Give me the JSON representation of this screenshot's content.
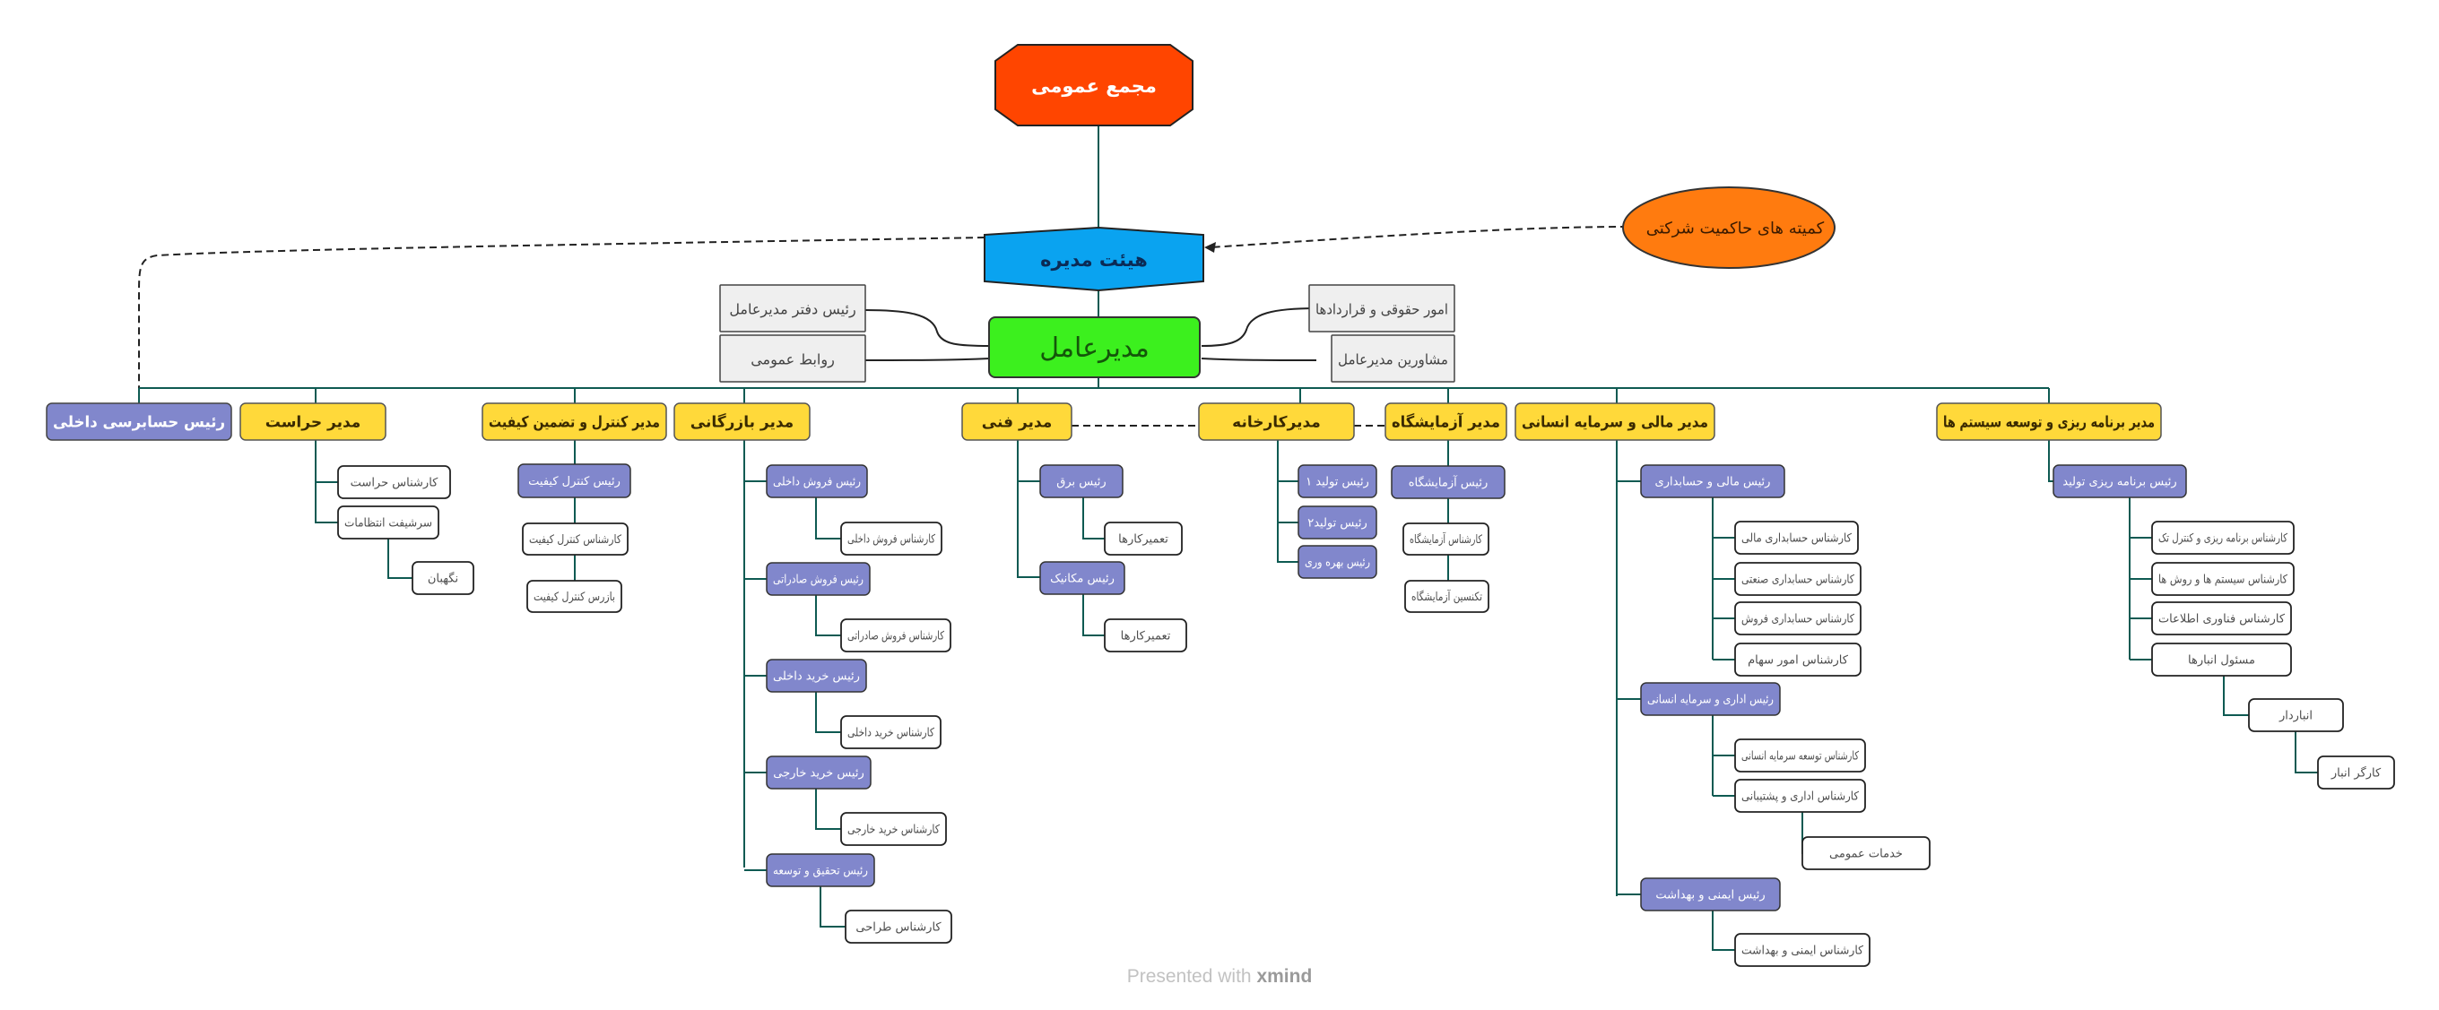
{
  "root": {
    "label": "مجمع عمومی"
  },
  "board": {
    "label": "هیئت مدیره"
  },
  "committee": {
    "label": "کمیته های حاکمیت شرکتی"
  },
  "ceo": {
    "label": "مدیرعامل"
  },
  "ceo_side": {
    "office_head": "رئیس دفتر مدیرعامل",
    "public_relations": "روابط عمومی",
    "legal_affairs": "امور حقوقی و قراردادها",
    "advisors": "مشاورین مدیرعامل"
  },
  "audit": {
    "label": "رئیس حسابرسی داخلی"
  },
  "managers": {
    "security": "مدیر حراست",
    "quality": "مدیر کنترل و تضمین کیفیت",
    "commerce": "مدیر بازرگانی",
    "technical": "مدیر فنی",
    "factory": "مدیرکارخانه",
    "lab": "مدیر آزمایشگاه",
    "finance_hr": "مدیر مالی و سرمایه انسانی",
    "planning": "مدیر برنامه ریزی و توسعه سیستم ها"
  },
  "security": {
    "items": [
      "کارشناس حراست",
      "سرشیفت انتظامات",
      "نگهبان"
    ]
  },
  "quality": {
    "head": "رئیس کنترل کیفیت",
    "items": [
      "کارشناس کنترل کیفیت",
      "بازرس کنترل کیفیت"
    ]
  },
  "commerce": {
    "groups": [
      {
        "head": "رئیس فروش داخلی",
        "item": "کارشناس فروش داخلی"
      },
      {
        "head": "رئیس فروش صادراتی",
        "item": "کارشناس فروش صادراتی"
      },
      {
        "head": "رئیس خرید داخلی",
        "item": "کارشناس خرید داخلی"
      },
      {
        "head": "رئیس خرید خارجی",
        "item": "کارشناس خرید خارجی"
      },
      {
        "head": "رئیس تحقیق و توسعه",
        "item": "کارشناس طراحی"
      }
    ]
  },
  "technical": {
    "groups": [
      {
        "head": "رئیس برق",
        "item": "تعمیرکارها"
      },
      {
        "head": "رئیس مکانیک",
        "item": "تعمیرکارها"
      }
    ]
  },
  "factory": {
    "heads": [
      "رئیس تولید ۱",
      "رئیس تولید۲",
      "رئیس بهره وری"
    ]
  },
  "lab": {
    "head": "رئیس آزمایشگاه",
    "items": [
      "کارشناس آزمایشگاه",
      "تکنسین آزمایشگاه"
    ]
  },
  "finance_hr": {
    "finance_head": "رئیس مالی و حسابداری",
    "finance_items": [
      "کارشناس حسابداری مالی",
      "کارشناس حسابداری صنعتی",
      "کارشناس حسابداری فروش",
      "کارشناس امور سهام"
    ],
    "admin_head": "رئیس اداری و سرمایه انسانی",
    "admin_items": [
      "کارشناس توسعه سرمایه انسانی",
      "کارشناس اداری و پشتیبانی"
    ],
    "admin_sub": "خدمات عمومی",
    "hse_head": "رئیس ایمنی و بهداشت",
    "hse_item": "کارشناس ایمنی و بهداشت"
  },
  "planning": {
    "head": "رئیس برنامه ریزی تولید",
    "items": [
      "کارشناس برنامه ریزی و کنترل تک",
      "کارشناس سیستم ها و روش ها",
      "کارشناس فناوری اطلاعات",
      "مسئول انبارها"
    ],
    "warehouse": "انباردار",
    "warehouse_worker": "کارگر انبار"
  },
  "footer": {
    "prefix": "Presented with",
    "brand": "xmind"
  },
  "colors": {
    "root": "#ff4500",
    "board": "#0aa3f0",
    "committee": "#ff7b0f",
    "ceo": "#3cf01e",
    "manager": "#ffd93a",
    "head": "#8187cc",
    "side": "#efefef",
    "line": "#0e5a52"
  }
}
